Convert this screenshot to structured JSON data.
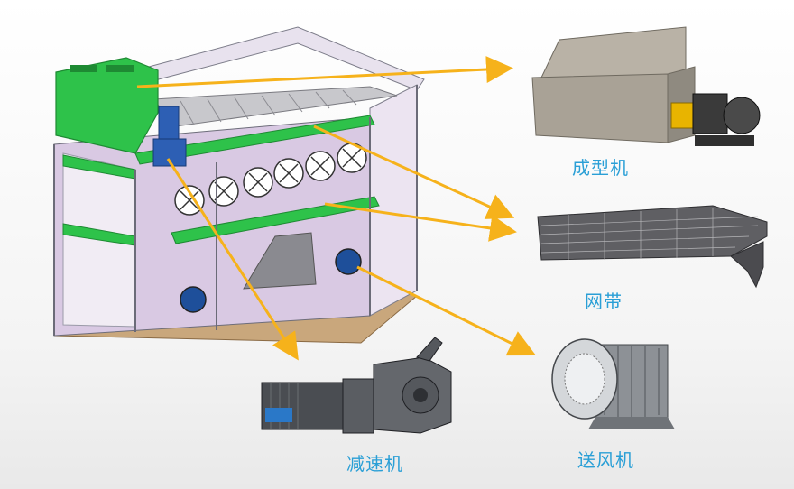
{
  "labels": {
    "forming_machine": "成型机",
    "mesh_belt": "网带",
    "reducer": "减速机",
    "blower": "送风机"
  },
  "colors": {
    "label_text": "#2a9fd6",
    "arrow": "#f6b21b",
    "frame_green": "#2ec24a",
    "panel_lavender": "#d9c9e3",
    "motor_blue": "#2d5fb4",
    "base_wood": "#c9a77c"
  }
}
